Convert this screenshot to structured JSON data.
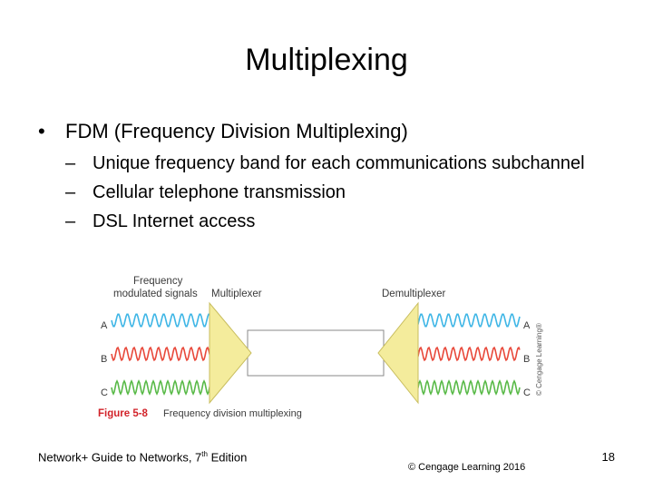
{
  "slide": {
    "title": "Multiplexing",
    "bullets": [
      {
        "text": "FDM (Frequency Division Multiplexing)",
        "subbullets": [
          "Unique frequency band for each communications subchannel",
          "Cellular telephone transmission",
          "DSL Internet access"
        ]
      }
    ]
  },
  "figure": {
    "label_input_line1": "Frequency",
    "label_input_line2": "modulated signals",
    "label_multiplexer": "Multiplexer",
    "label_demultiplexer": "Demultiplexer",
    "channels": [
      "A",
      "B",
      "C"
    ],
    "caption_number": "Figure 5-8",
    "caption_text": "Frequency division multiplexing",
    "credit": "© Cengage Learning®",
    "colors": {
      "A": "#3fb6e6",
      "B": "#e8483a",
      "C": "#58b947",
      "mux": "#f4ec9c"
    }
  },
  "footer": {
    "book_prefix": "Network+ Guide to Networks, 7",
    "book_sup": "th",
    "book_suffix": " Edition",
    "copyright": "© Cengage Learning 2016",
    "page_number": "18"
  }
}
